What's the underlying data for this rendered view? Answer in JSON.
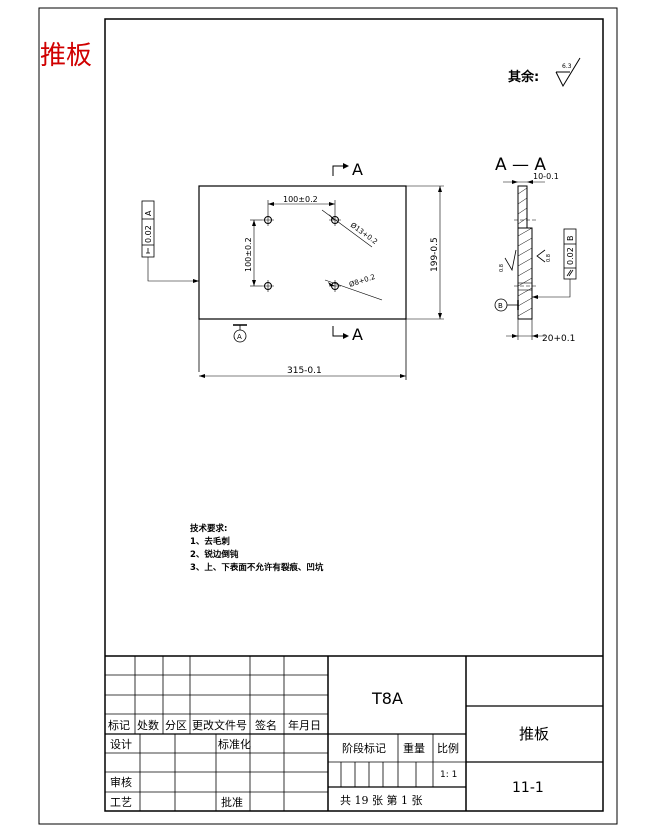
{
  "corner_title": "推板",
  "roughness": {
    "label": "其余:",
    "value": "6.3"
  },
  "front_view": {
    "hole_spacing_h": "100±0.2",
    "hole_spacing_v": "100±0.2",
    "hole_large": "Ø13+0.2",
    "hole_small": "Ø8+0.2",
    "width": "315-0.1",
    "height": "199-0.5",
    "tolerance": "0.02",
    "datum_ref": "A",
    "datum_label": "A",
    "section_mark": "A"
  },
  "section_view": {
    "title": "A — A",
    "top_dim": "10-0.1",
    "bottom_dim": "20+0.1",
    "tolerance": "0.02",
    "datum_ref": "B",
    "datum_label": "B",
    "roughness_left": "0.8",
    "roughness_right": "0.8"
  },
  "tech_requirements": {
    "heading": "技术要求:",
    "items": [
      "1、去毛刺",
      "2、锐边倒钝",
      "3、上、下表面不允许有裂痕、凹坑"
    ]
  },
  "title_block": {
    "material": "T8A",
    "part_name": "推板",
    "drawing_no": "11-1",
    "headers": [
      "标记",
      "处数",
      "分区",
      "更改文件号",
      "签名",
      "年月日"
    ],
    "design": "设计",
    "standard": "标准化",
    "review": "审核",
    "process": "工艺",
    "approve": "批准",
    "stage_mark": "阶段标记",
    "weight": "重量",
    "scale_label": "比例",
    "scale": "1: 1",
    "sheet_count": "共 19 张 第 1 张"
  }
}
